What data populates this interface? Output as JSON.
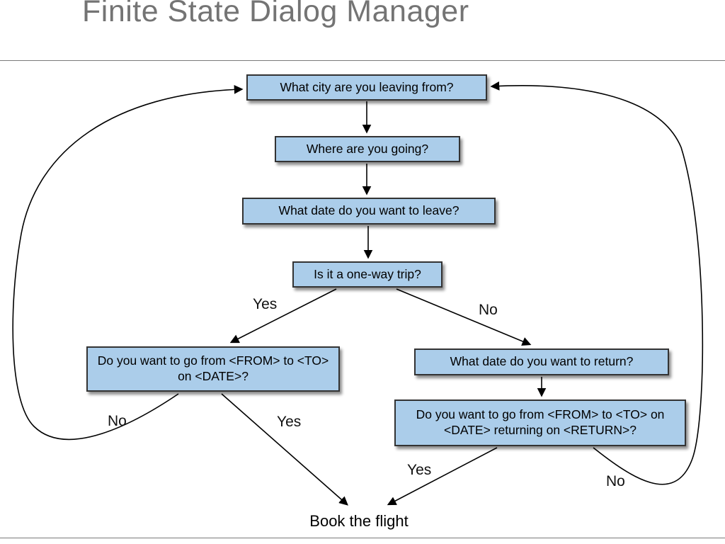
{
  "slide": {
    "title": "Finite State Dialog Manager"
  },
  "diagram": {
    "nodes": {
      "ask_city": "What city are you leaving from?",
      "ask_destination": "Where are you going?",
      "ask_leave_date": "What date do you want to leave?",
      "ask_one_way": "Is it a one-way trip?",
      "confirm_one_way": "Do you want to go from <FROM> to <TO> on <DATE>?",
      "ask_return_date": "What date do you want to return?",
      "confirm_round_trip": "Do you want to go from <FROM> to <TO> on <DATE> returning on <RETURN>?",
      "book_flight": "Book the flight"
    },
    "edge_labels": {
      "one_way_yes": "Yes",
      "one_way_no": "No",
      "confirm_one_way_no": "No",
      "confirm_one_way_yes": "Yes",
      "round_trip_yes": "Yes",
      "round_trip_no": "No"
    },
    "colors": {
      "node_fill": "#abcdea",
      "node_border": "#333333",
      "arrow": "#000000",
      "title": "#747474"
    }
  }
}
